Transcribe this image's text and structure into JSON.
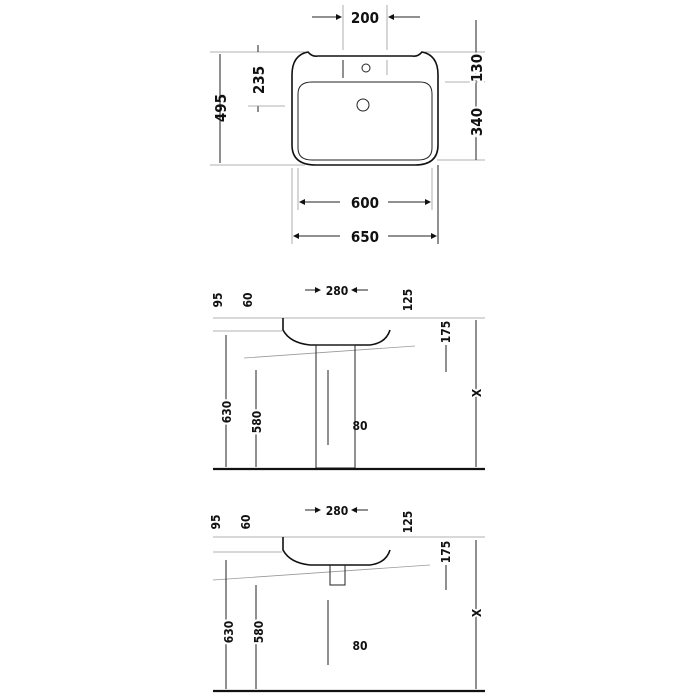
{
  "top_view": {
    "d_200": "200",
    "d_235": "235",
    "d_495": "495",
    "d_130": "130",
    "d_340": "340",
    "d_600": "600",
    "d_650": "650"
  },
  "side_view_pedestal": {
    "d_280": "280",
    "d_95": "95",
    "d_60": "60",
    "d_125": "125",
    "d_175": "175",
    "d_630": "630",
    "d_580": "580",
    "d_80": "80",
    "d_x": "X"
  },
  "side_view_siphon": {
    "d_280": "280",
    "d_95": "95",
    "d_60": "60",
    "d_125": "125",
    "d_175": "175",
    "d_630": "630",
    "d_580": "580",
    "d_80": "80",
    "d_x": "X"
  }
}
